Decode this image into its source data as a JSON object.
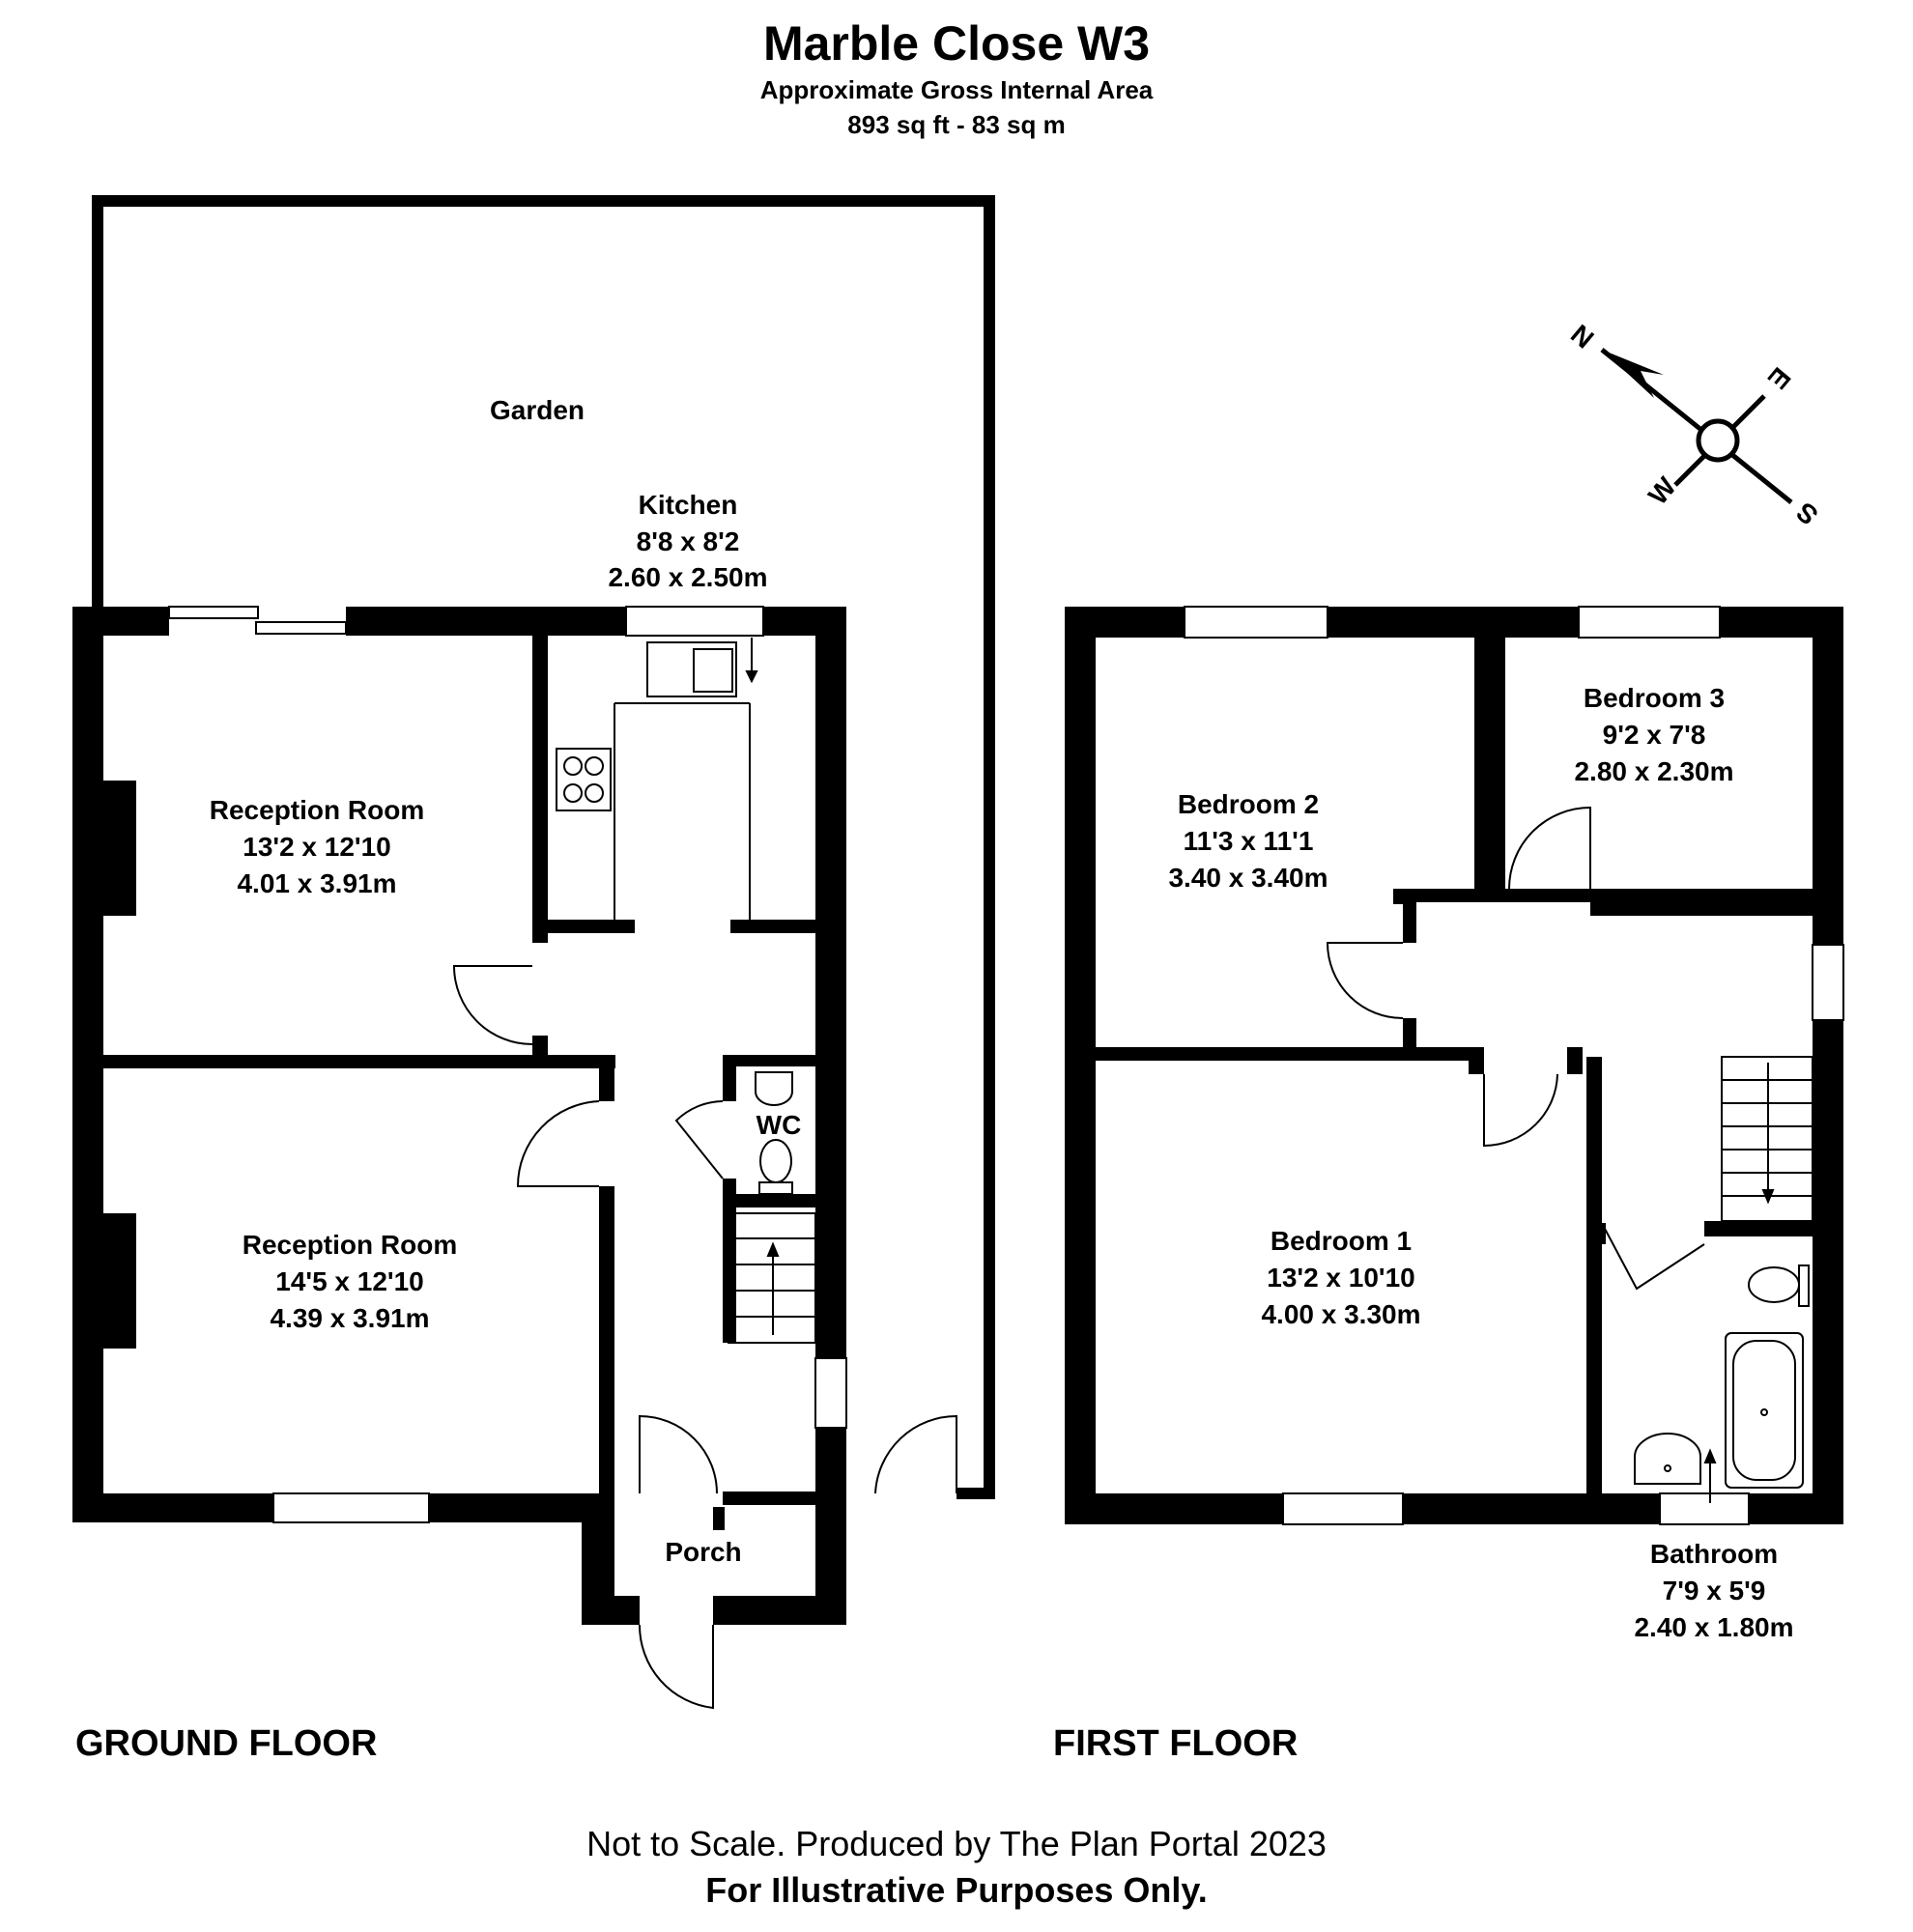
{
  "header": {
    "title": "Marble Close W3",
    "subtitle": "Approximate Gross Internal Area",
    "area": "893 sq ft - 83 sq m"
  },
  "ground_floor": {
    "label": "GROUND FLOOR",
    "garden": "Garden",
    "kitchen": {
      "name": "Kitchen",
      "imperial": "8'8 x 8'2",
      "metric": "2.60 x 2.50m"
    },
    "reception_1": {
      "name": "Reception Room",
      "imperial": "13'2 x 12'10",
      "metric": "4.01 x 3.91m"
    },
    "reception_2": {
      "name": "Reception Room",
      "imperial": "14'5 x 12'10",
      "metric": "4.39 x 3.91m"
    },
    "wc": "WC",
    "porch": "Porch"
  },
  "first_floor": {
    "label": "FIRST FLOOR",
    "bedroom_1": {
      "name": "Bedroom 1",
      "imperial": "13'2 x 10'10",
      "metric": "4.00 x 3.30m"
    },
    "bedroom_2": {
      "name": "Bedroom 2",
      "imperial": "11'3 x 11'1",
      "metric": "3.40 x 3.40m"
    },
    "bedroom_3": {
      "name": "Bedroom 3",
      "imperial": "9'2 x 7'8",
      "metric": "2.80 x 2.30m"
    },
    "bathroom": {
      "name": "Bathroom",
      "imperial": "7'9 x 5'9",
      "metric": "2.40 x 1.80m"
    }
  },
  "compass": {
    "n": "N",
    "e": "E",
    "s": "S",
    "w": "W"
  },
  "footer": {
    "line1": "Not to Scale. Produced by The Plan Portal 2023",
    "line2": "For Illustrative Purposes Only."
  }
}
